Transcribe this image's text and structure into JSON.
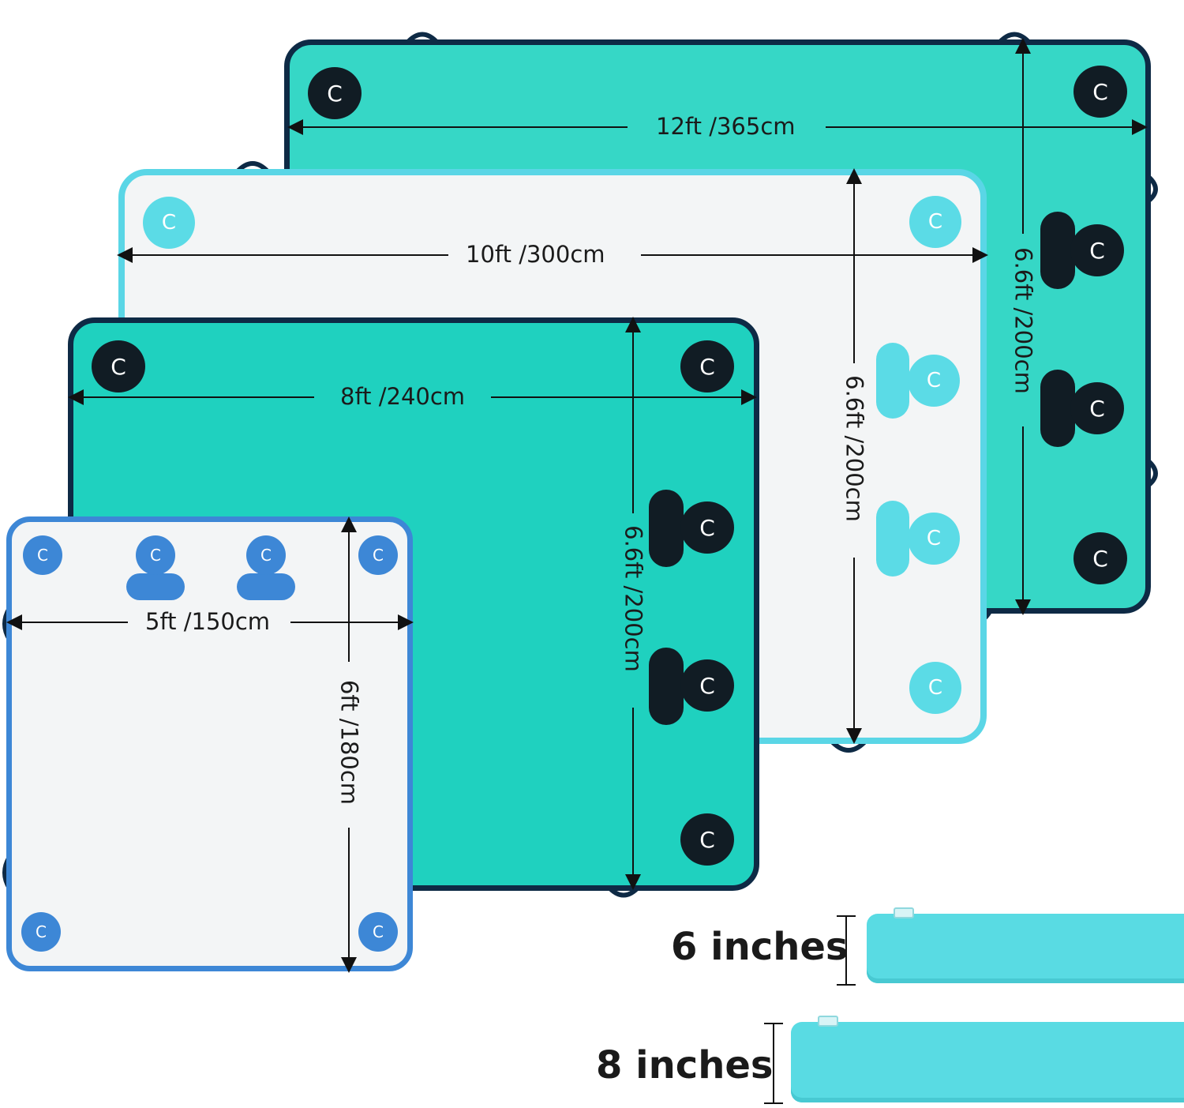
{
  "docks": [
    {
      "id": "12ft",
      "width_label": "12ft /365cm",
      "length_label": "6.6ft /200cm",
      "color": "#36d7c6",
      "border_color": "#0e2a45"
    },
    {
      "id": "10ft",
      "width_label": "10ft /300cm",
      "length_label": "6.6ft /200cm",
      "color": "#f3f5f6",
      "border_color": "#5ad6e6"
    },
    {
      "id": "8ft",
      "width_label": "8ft /240cm",
      "length_label": "6.6ft /200cm",
      "color": "#1fd1bf",
      "border_color": "#0e2a45"
    },
    {
      "id": "5ft",
      "width_label": "5ft /150cm",
      "length_label": "6ft /180cm",
      "color": "#f3f5f6",
      "border_color": "#3d87d6"
    }
  ],
  "thickness": [
    {
      "label": "6 inches",
      "color": "#59dbe3"
    },
    {
      "label": "8 inches",
      "color": "#59dbe3"
    }
  ],
  "ring_glyph": "C"
}
